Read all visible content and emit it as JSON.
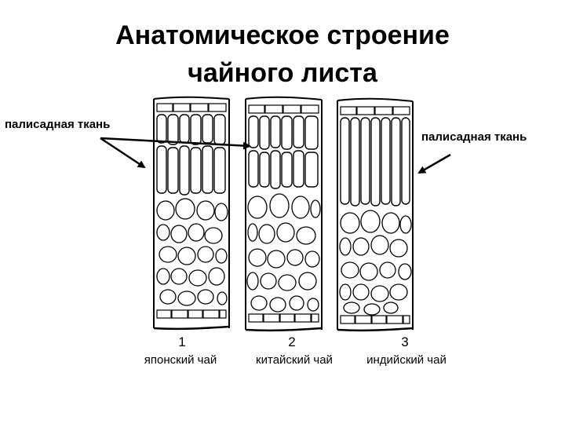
{
  "title": {
    "line1": "Анатомическое строение",
    "line2": "чайного листа"
  },
  "callouts": {
    "left": "палисадная ткань",
    "right": "палисадная ткань"
  },
  "sections": [
    {
      "number": "1",
      "caption": "японский чай"
    },
    {
      "number": "2",
      "caption": "китайский чай"
    },
    {
      "number": "3",
      "caption": "индийский чай"
    }
  ],
  "colors": {
    "ink": "#000000",
    "paper": "#ffffff"
  }
}
